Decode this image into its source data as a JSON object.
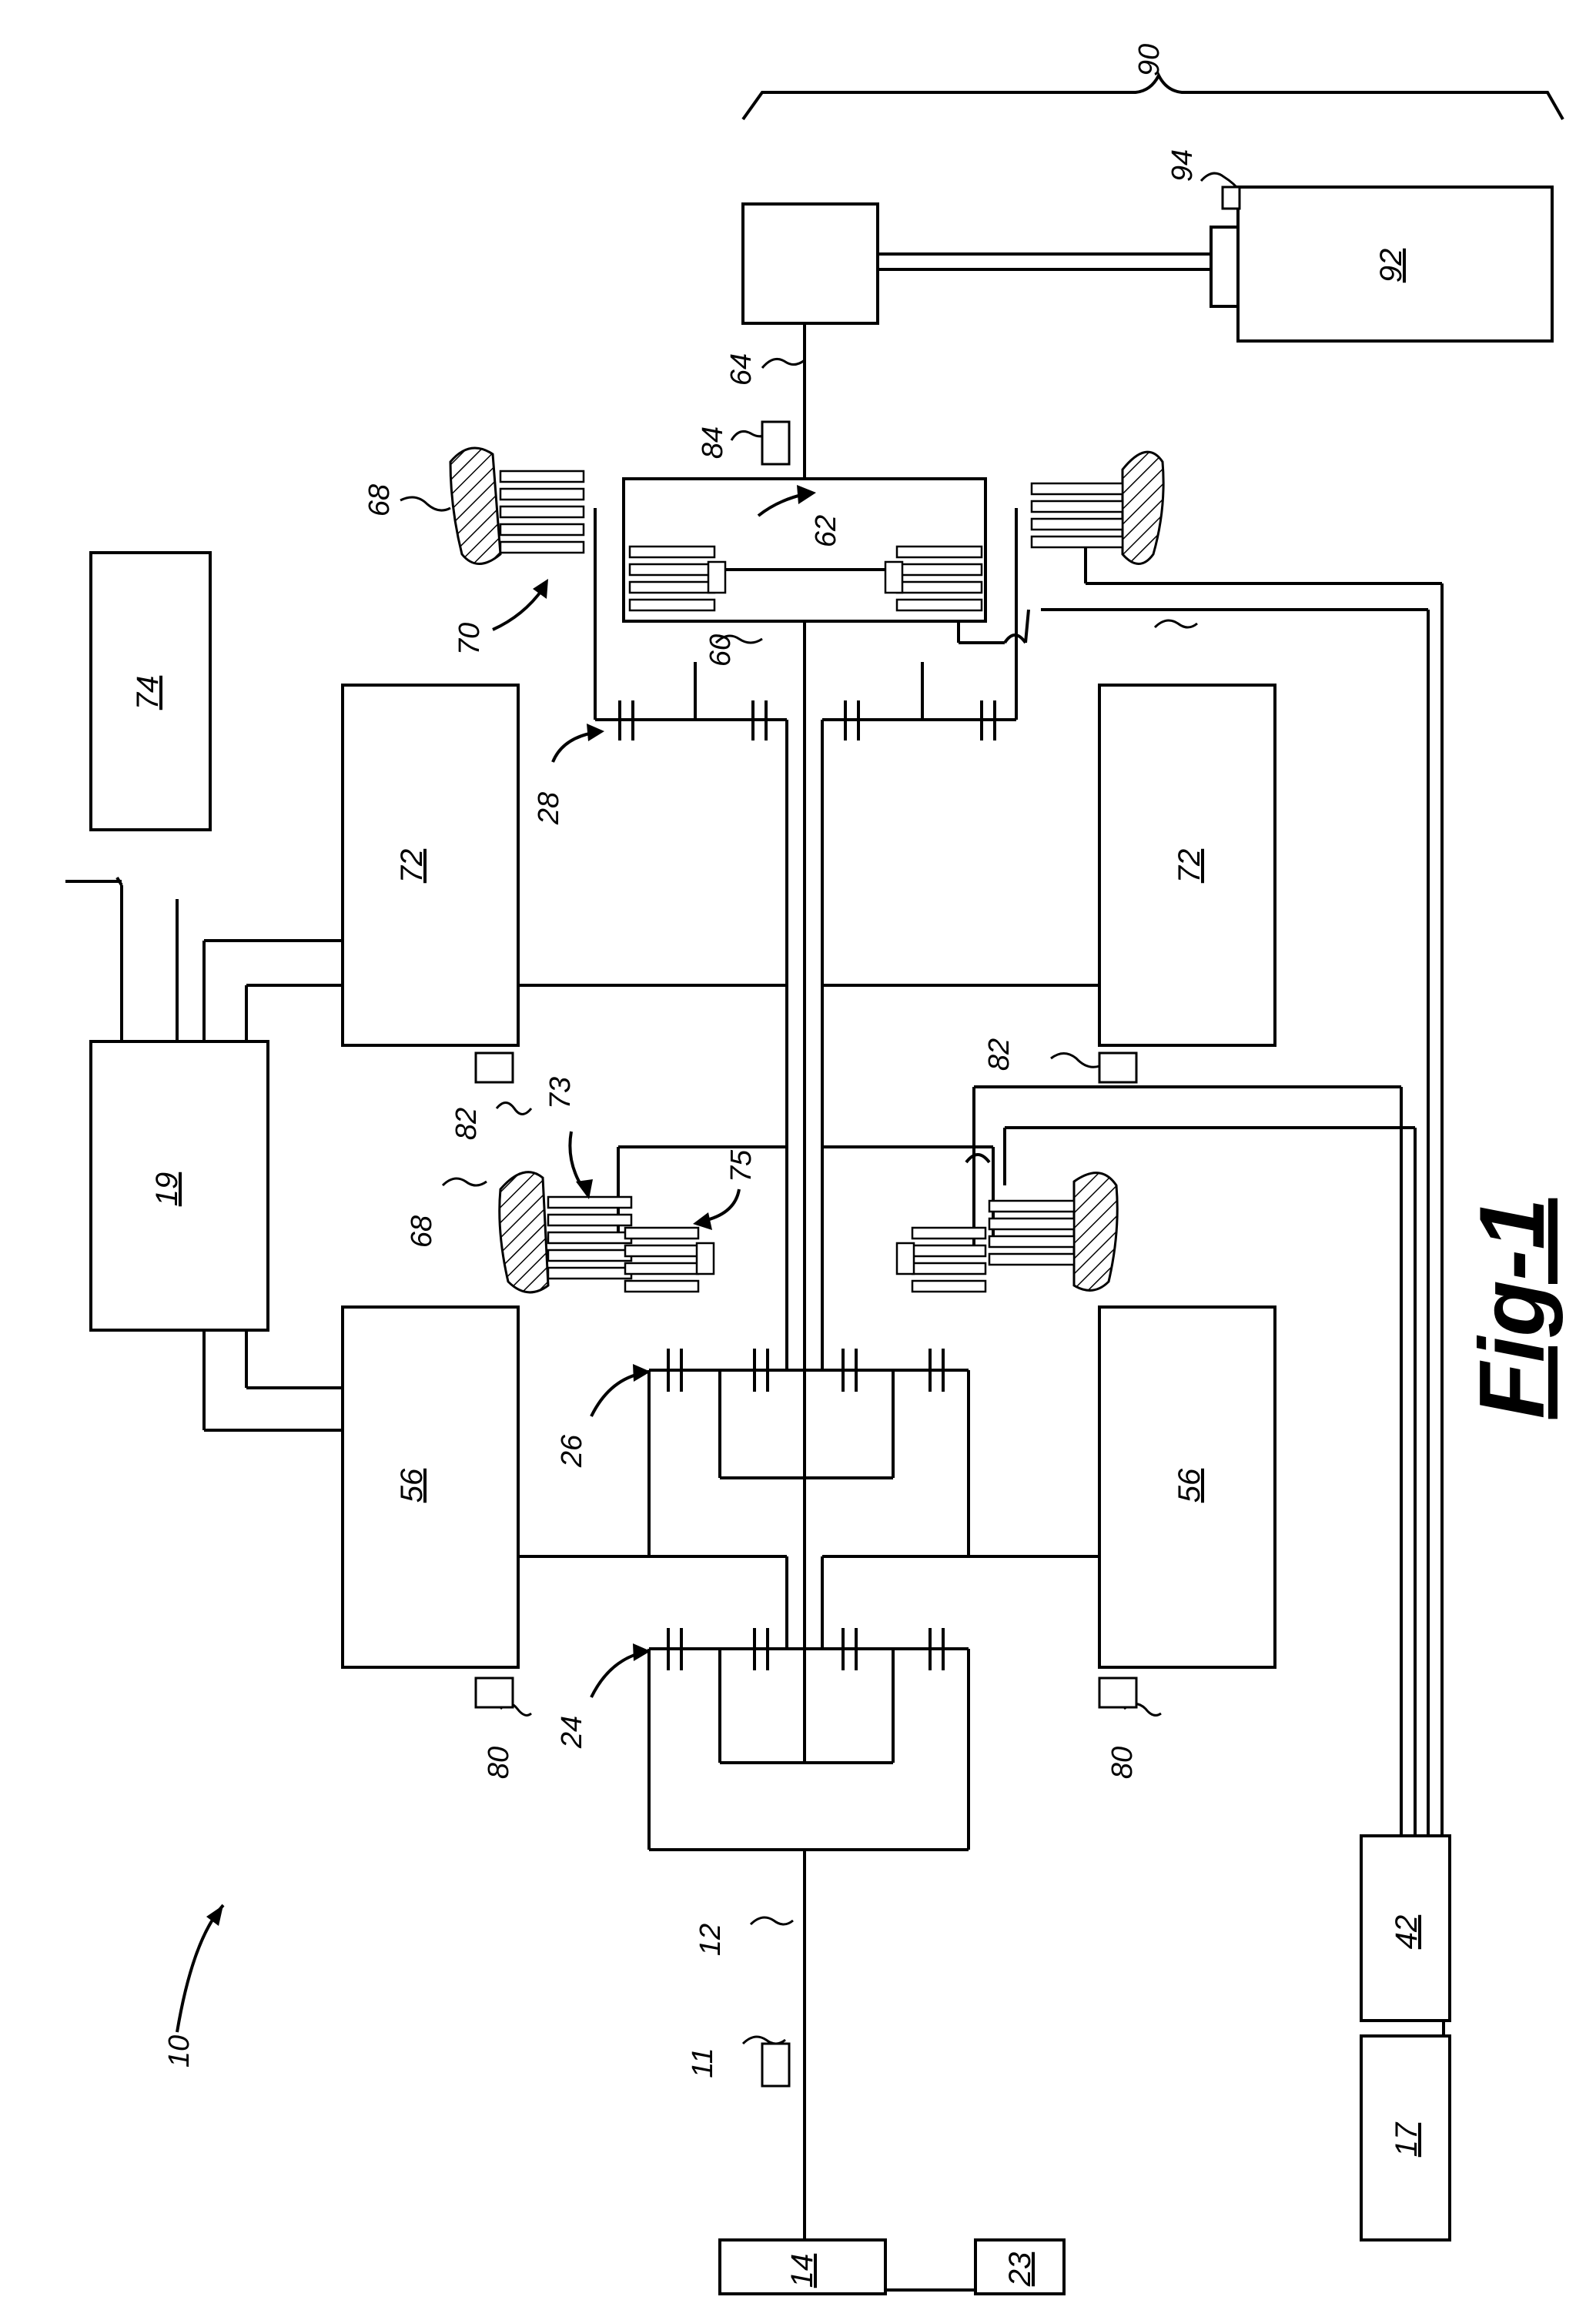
{
  "figure": {
    "title": "Fig-1"
  },
  "labels": {
    "system": "10",
    "sensor_11": "11",
    "shaft_12": "12",
    "engine": "14",
    "unit_17": "17",
    "controller_19": "19",
    "unit_23": "23",
    "gearset_24": "24",
    "gearset_26": "26",
    "gearset_28": "28",
    "controller_42": "42",
    "motor_56": "56",
    "shaft_60": "60",
    "clutch_62": "62",
    "shaft_64": "64",
    "ground_68": "68",
    "brake_70": "70",
    "motor_72": "72",
    "brake_73": "73",
    "battery_74": "74",
    "clutch_75": "75",
    "sensor_80": "80",
    "sensor_82": "82",
    "sensor_84": "84",
    "driveline_90": "90",
    "wheel_92": "92",
    "sensor_94": "94",
    "block_tilde": "~"
  }
}
